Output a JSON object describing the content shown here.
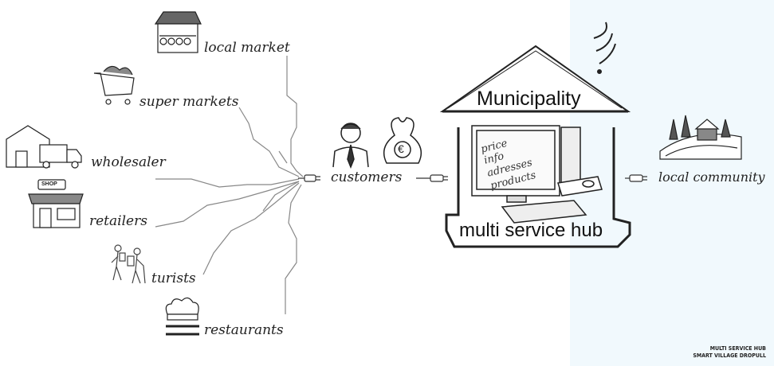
{
  "labels": {
    "local_market": "local market",
    "super_markets": "super markets",
    "wholesaler": "wholesaler",
    "retailers": "retailers",
    "turists": "turists",
    "restaurants": "restaurants",
    "customers": "customers",
    "local_community": "local community",
    "municipality": "Municipality",
    "hub": "multi service hub",
    "shop_sign": "SHOP",
    "euro_sign": "€"
  },
  "screen_lines": [
    "price",
    "info",
    "adresses",
    "products"
  ],
  "footer": {
    "line1": "MULTI SERVICE HUB",
    "line2": "SMART VILLAGE DROPULL"
  }
}
